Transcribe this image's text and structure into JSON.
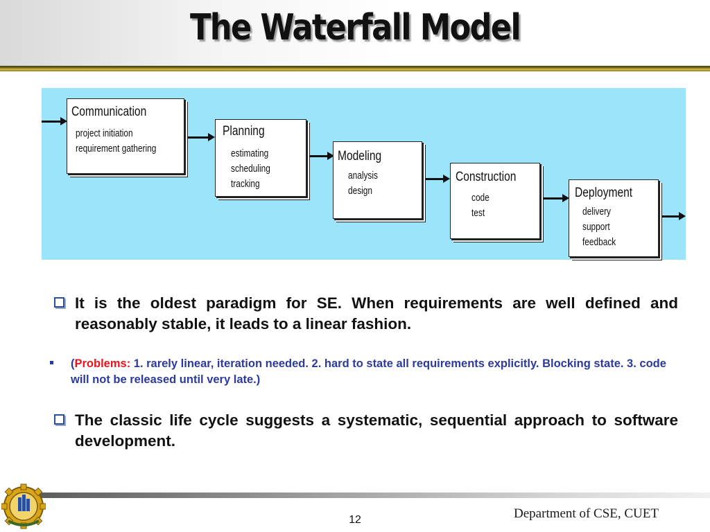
{
  "title": "The Waterfall Model",
  "diagram": {
    "boxes": [
      {
        "title": "Communication",
        "items": [
          "project initiation",
          "requirement gathering"
        ]
      },
      {
        "title": "Planning",
        "items": [
          "estimating",
          "scheduling",
          "tracking"
        ]
      },
      {
        "title": "Modeling",
        "items": [
          "analysis",
          "design"
        ]
      },
      {
        "title": "Construction",
        "items": [
          "code",
          "test"
        ]
      },
      {
        "title": "Deployment",
        "items": [
          "delivery",
          "support",
          "feedback"
        ]
      }
    ]
  },
  "bullets": {
    "b1": "It is the oldest paradigm for SE. When requirements are well defined and reasonably stable, it leads to a linear fashion.",
    "problems_open": "(",
    "problems_label": "Problems:",
    "problems_text": " 1. rarely linear, iteration needed. 2. hard to state all requirements explicitly. Blocking state. 3. code will not be released until very late.)",
    "b2": "The classic life cycle suggests a systematic, sequential approach to software development."
  },
  "footer": {
    "department": "Department of CSE, CUET",
    "page_number": "12"
  },
  "colors": {
    "diagram_background": "#9be4fb",
    "problems_label": "#e8131b",
    "problems_text": "#2b3a9c"
  }
}
